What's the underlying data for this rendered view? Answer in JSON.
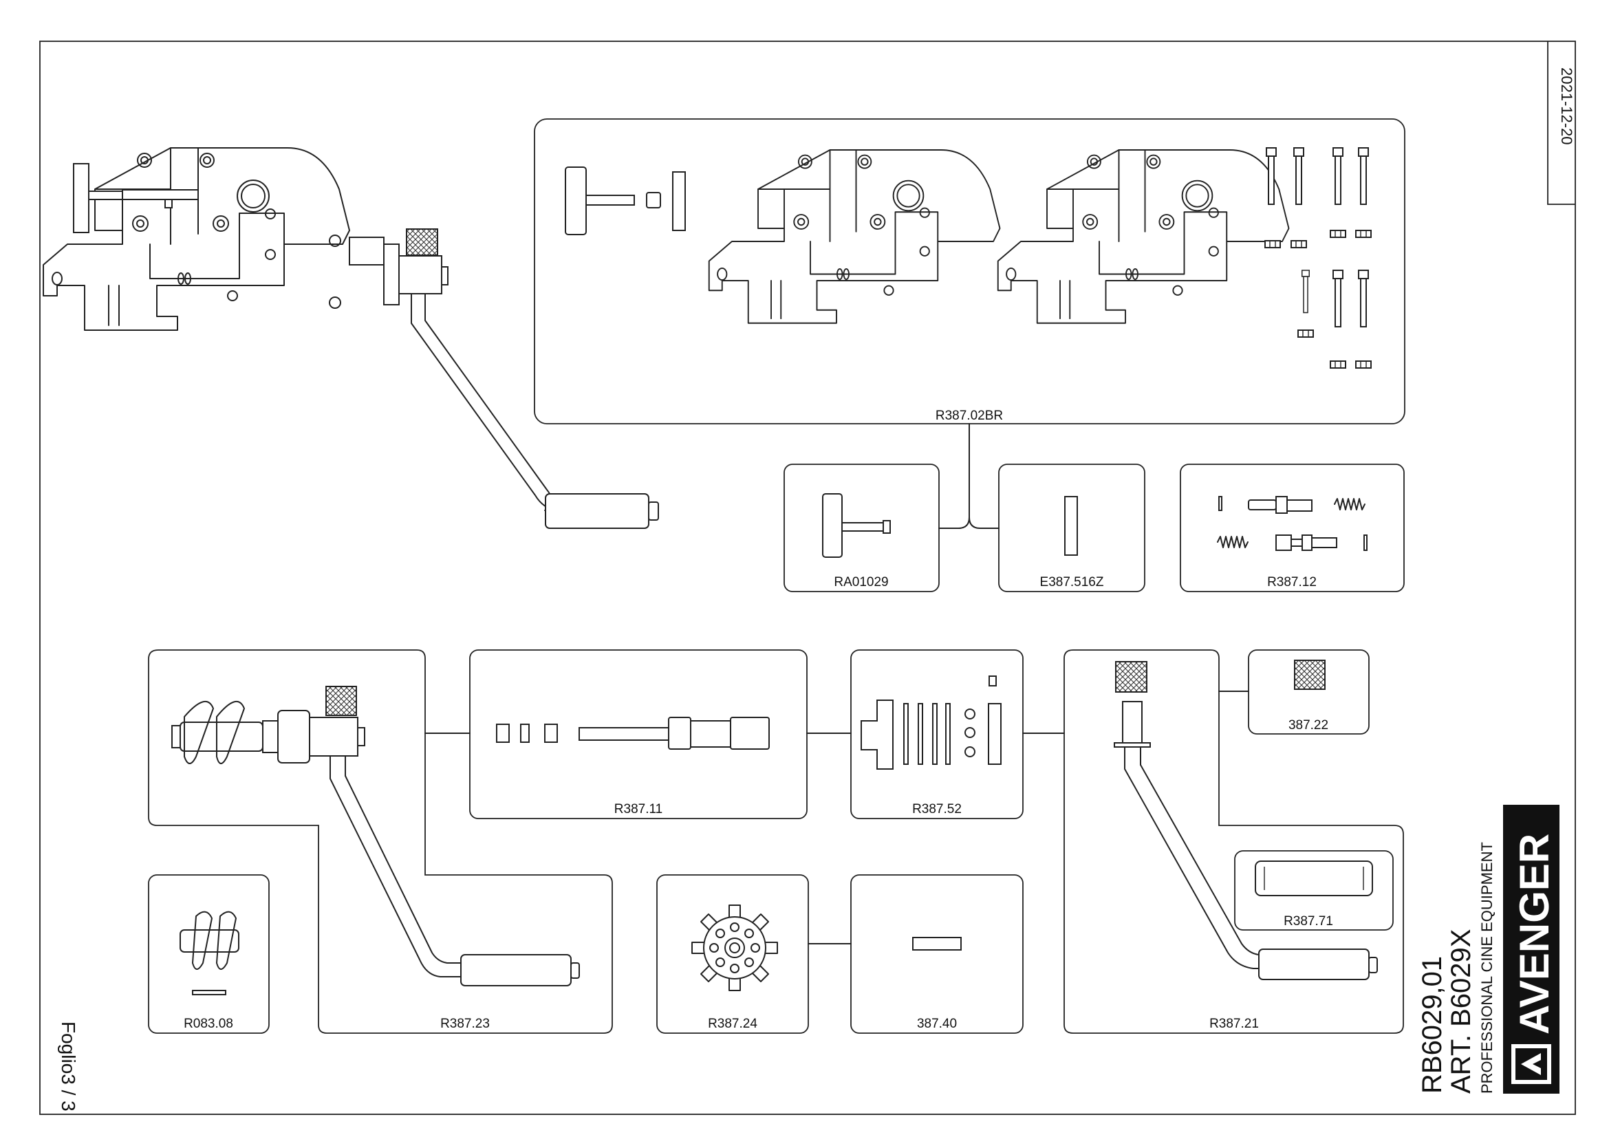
{
  "sheet": {
    "date": "2021-12-20",
    "page_indicator": "Foglio3 / 3"
  },
  "title_block": {
    "brand": "AVENGER",
    "tagline": "PROFESSIONAL CINE EQUIPMENT",
    "article": "ART. B6029X",
    "drawing_number": "RB6029,01",
    "logo": "avenger-logo-icon"
  },
  "parts": [
    {
      "id": "kit-assembly",
      "label": "R387.02BR"
    },
    {
      "id": "knob",
      "label": "RA01029"
    },
    {
      "id": "key",
      "label": "E387.516Z"
    },
    {
      "id": "spring-kit",
      "label": "R387.12"
    },
    {
      "id": "shaft",
      "label": "R387.11"
    },
    {
      "id": "pin-kit",
      "label": "R387.52"
    },
    {
      "id": "knurled-cap",
      "label": "387.22"
    },
    {
      "id": "worm",
      "label": "R083.08"
    },
    {
      "id": "crank-assembly",
      "label": "R387.23"
    },
    {
      "id": "star-wheel",
      "label": "R387.24"
    },
    {
      "id": "pin",
      "label": "387.40"
    },
    {
      "id": "handle-grip",
      "label": "R387.71"
    },
    {
      "id": "crank-arm",
      "label": "R387.21"
    }
  ]
}
